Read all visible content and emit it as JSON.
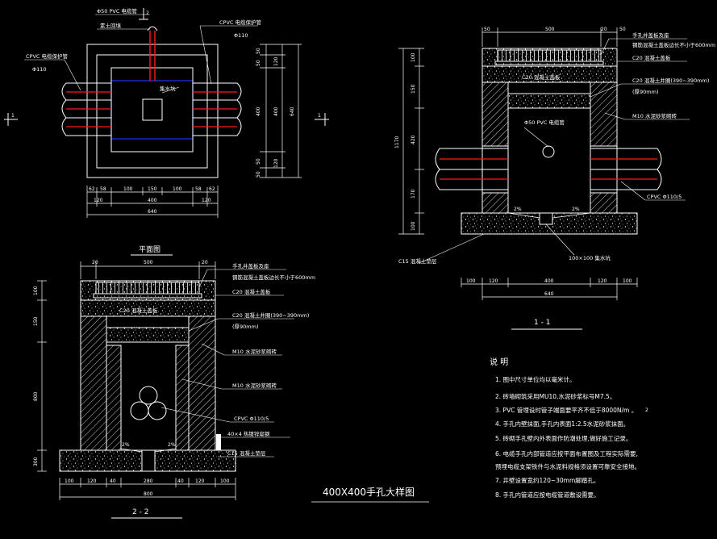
{
  "colors": {
    "background": "#000000",
    "line": "#ffffff",
    "pipe_red": "#ff1a1a",
    "outline_blue": "#2233ff",
    "dimension": "#ffffff"
  },
  "plan": {
    "caption": "平面图",
    "section_mark": "1",
    "section_mark_top": "2",
    "labels": {
      "pvc_small": "Φ50 PVC 电缆管",
      "fill": "素土回填",
      "cpvc_right": "CPVC 电缆保护管",
      "cpvc_right_dia": "Φ110",
      "cpvc_left": "CPVC 电缆保护管",
      "cpvc_left_dia": "Φ110",
      "drain": "集水坑"
    },
    "dims_bottom_row1": [
      "62",
      "58",
      "100",
      "150",
      "100",
      "58",
      "62"
    ],
    "dims_bottom_row2": [
      "120",
      "400",
      "120"
    ],
    "dims_bottom_total": "640",
    "dims_right_row1": [
      "50",
      "50",
      "400",
      "50",
      "50"
    ],
    "dims_right_inner": [
      "120",
      "400",
      "120"
    ],
    "dims_right_total": "640"
  },
  "section11": {
    "caption": "1 - 1",
    "labels": {
      "cover": "手孔井盖板及座",
      "cover_note": "钢筋混凝土盖板边长不小于600mm",
      "c20_ring": "C20 混凝土盖板",
      "c20_beam": "C20 混凝土井圈(390~390mm)",
      "beam_note": "(厚90mm)",
      "wall": "M10 水泥砂浆砌砖",
      "pvc_hole": "Φ50 PVC 电缆管",
      "cpvc": "CPVC Φ110/5",
      "base": "C15 混凝土垫层",
      "sump": "100×100 集水坑",
      "slope_l": "2%",
      "slope_r": "2%",
      "c20_inner": "C20 混凝土盖板"
    },
    "dims_top": [
      "50",
      "500",
      "20",
      "50"
    ],
    "dims_left": [
      "100",
      "150",
      "420",
      "170",
      "100"
    ],
    "dims_left_total": "1170",
    "dims_bottom_row1": [
      "100",
      "120",
      "400",
      "120",
      "100"
    ],
    "dims_bottom_total": "640"
  },
  "section22": {
    "caption": "2 - 2",
    "labels": {
      "cover": "手孔井盖板及座",
      "cover_note": "钢筋混凝土盖板边长不小于600mm",
      "c20_ring": "C20 混凝土盖板",
      "c20_inner": "C20 混凝土盖板",
      "c20_beam": "C20 混凝土井圈(390~390mm)",
      "beam_note": "(厚90mm)",
      "wall": "M10 水泥砂浆砌砖",
      "wall2": "M10 水泥砂浆砌砖",
      "cpvc": "CPVC Φ110/5",
      "plaster": "40×4 热镀锌扁钢",
      "base": "C15 混凝土垫层",
      "slope_l": "2%",
      "slope_r": "2%"
    },
    "dims_top": [
      "20",
      "500",
      "20"
    ],
    "dims_left": [
      "100",
      "150",
      "800",
      "300"
    ],
    "dims_bottom_row1": [
      "100",
      "120",
      "40",
      "280",
      "40",
      "120",
      "100"
    ],
    "dims_bottom_total": "800"
  },
  "main_title": "400X400手孔大样图",
  "notes": {
    "title": "说 明",
    "items": [
      "1. 图中尺寸单位均以毫米计。",
      "2. 砖墙砌筑采用MU10,水泥砂浆标号M7.5。",
      "3. PVC 管埋设时管子端面要平齐不低于8000N/m 。",
      "4. 手孔内壁抹面,手孔内表面1:2.5水泥砂浆抹面。",
      "5. 砖砌手孔壁内外表面作防潮处理,做好施工记录。",
      "6. 电缆手孔内部管道应按平面布置图及工程实际需要,",
      "   预埋电缆支架铁件与水泥料规格须设置可靠安全接地。",
      "7. 井壁设置宽约120~30mm脚踏孔。",
      "8. 手孔内管道应按电缆管道敷设需要。"
    ],
    "item_dot": "2"
  }
}
